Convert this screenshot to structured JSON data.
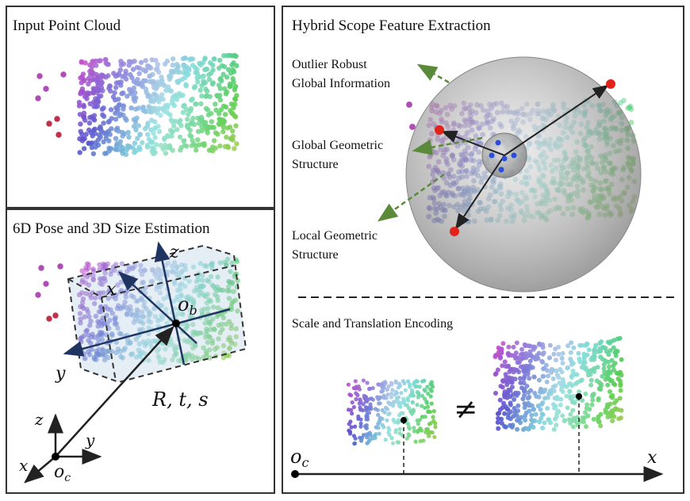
{
  "panels": {
    "input": {
      "title": "Input Point Cloud"
    },
    "pose": {
      "title": "6D Pose and 3D Size Estimation",
      "obj_axes": {
        "x": "x",
        "y": "y",
        "z": "z",
        "origin": "o",
        "origin_sub": "b"
      },
      "cam_axes": {
        "x": "x",
        "y": "y",
        "z": "z",
        "origin": "o",
        "origin_sub": "c"
      },
      "transform_label": "R, t, s"
    },
    "hybrid": {
      "title": "Hybrid Scope Feature Extraction",
      "annotations": [
        {
          "line1": "Outlier Robust",
          "line2": "Global Information"
        },
        {
          "line1": "Global Geometric",
          "line2": "Structure"
        },
        {
          "line1": "Local Geometric",
          "line2": "Structure"
        }
      ]
    },
    "encoding": {
      "title": "Scale and Translation Encoding",
      "not_equal": "≠",
      "axis_label": "x",
      "origin": "o",
      "origin_sub": "c"
    }
  },
  "colors": {
    "border": "#333333",
    "pose_axes": "#1f3461",
    "arrow_green": "#5a8a3a",
    "keypoint_red": "#e0231b",
    "keypoint_blue": "#2a4ed8"
  }
}
